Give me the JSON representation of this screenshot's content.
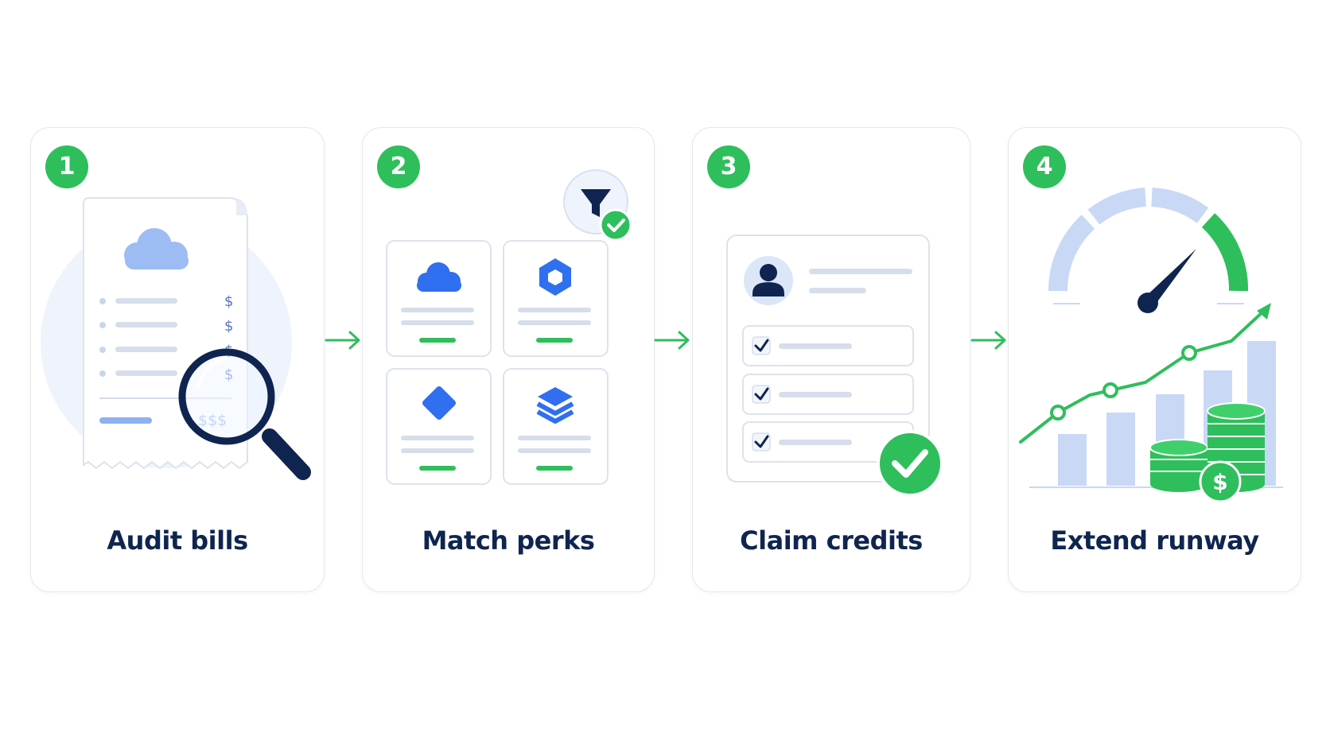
{
  "steps": [
    {
      "number": "1",
      "title": "Audit bills"
    },
    {
      "number": "2",
      "title": "Match perks"
    },
    {
      "number": "3",
      "title": "Claim credits"
    },
    {
      "number": "4",
      "title": "Extend runway"
    }
  ],
  "receipt": {
    "dollar_sign": "$",
    "total": "$$$"
  },
  "coin": {
    "symbol": "$"
  },
  "colors": {
    "accent_green": "#2fbe5c",
    "navy": "#0f2550",
    "light_blue": "#c9d8f5",
    "brand_blue": "#2f6ff0"
  }
}
